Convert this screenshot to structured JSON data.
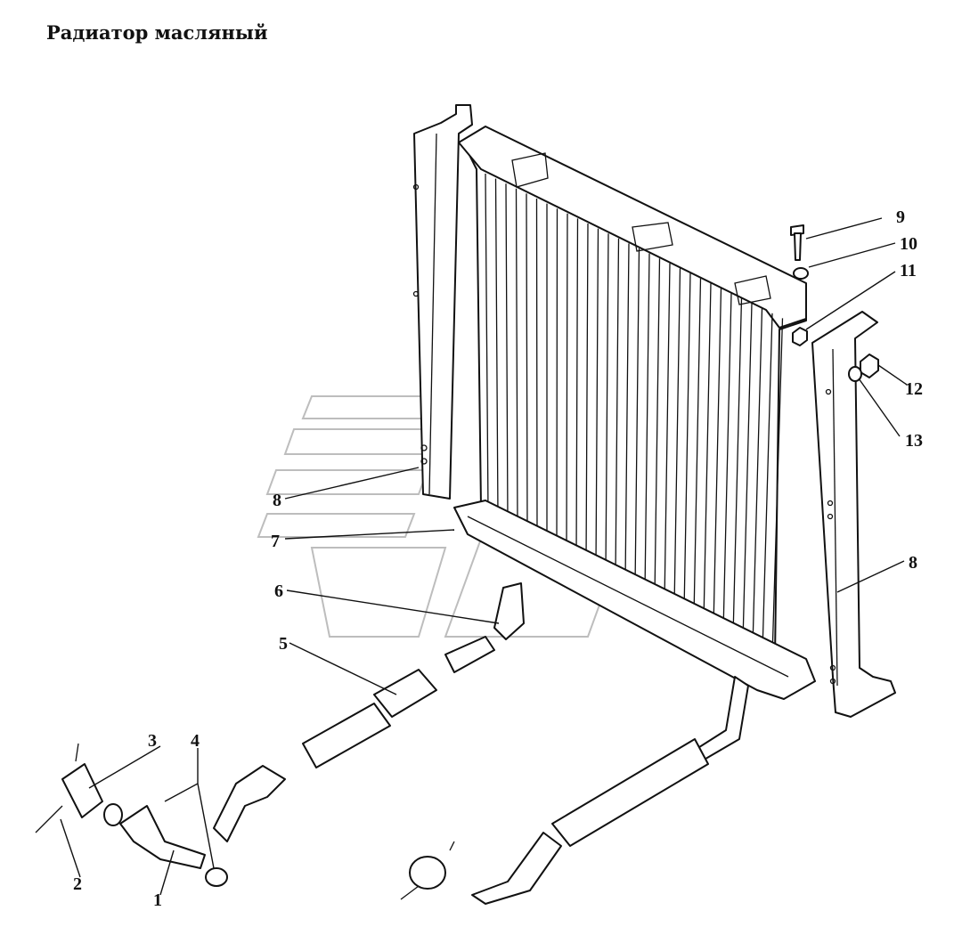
{
  "title": "Радиатор масляный",
  "callouts": {
    "c1": "1",
    "c2": "2",
    "c3": "3",
    "c4": "4",
    "c5": "5",
    "c6": "6",
    "c7": "7",
    "c8a": "8",
    "c8b": "8",
    "c9": "9",
    "c10": "10",
    "c11": "11",
    "c12": "12",
    "c13": "13"
  }
}
